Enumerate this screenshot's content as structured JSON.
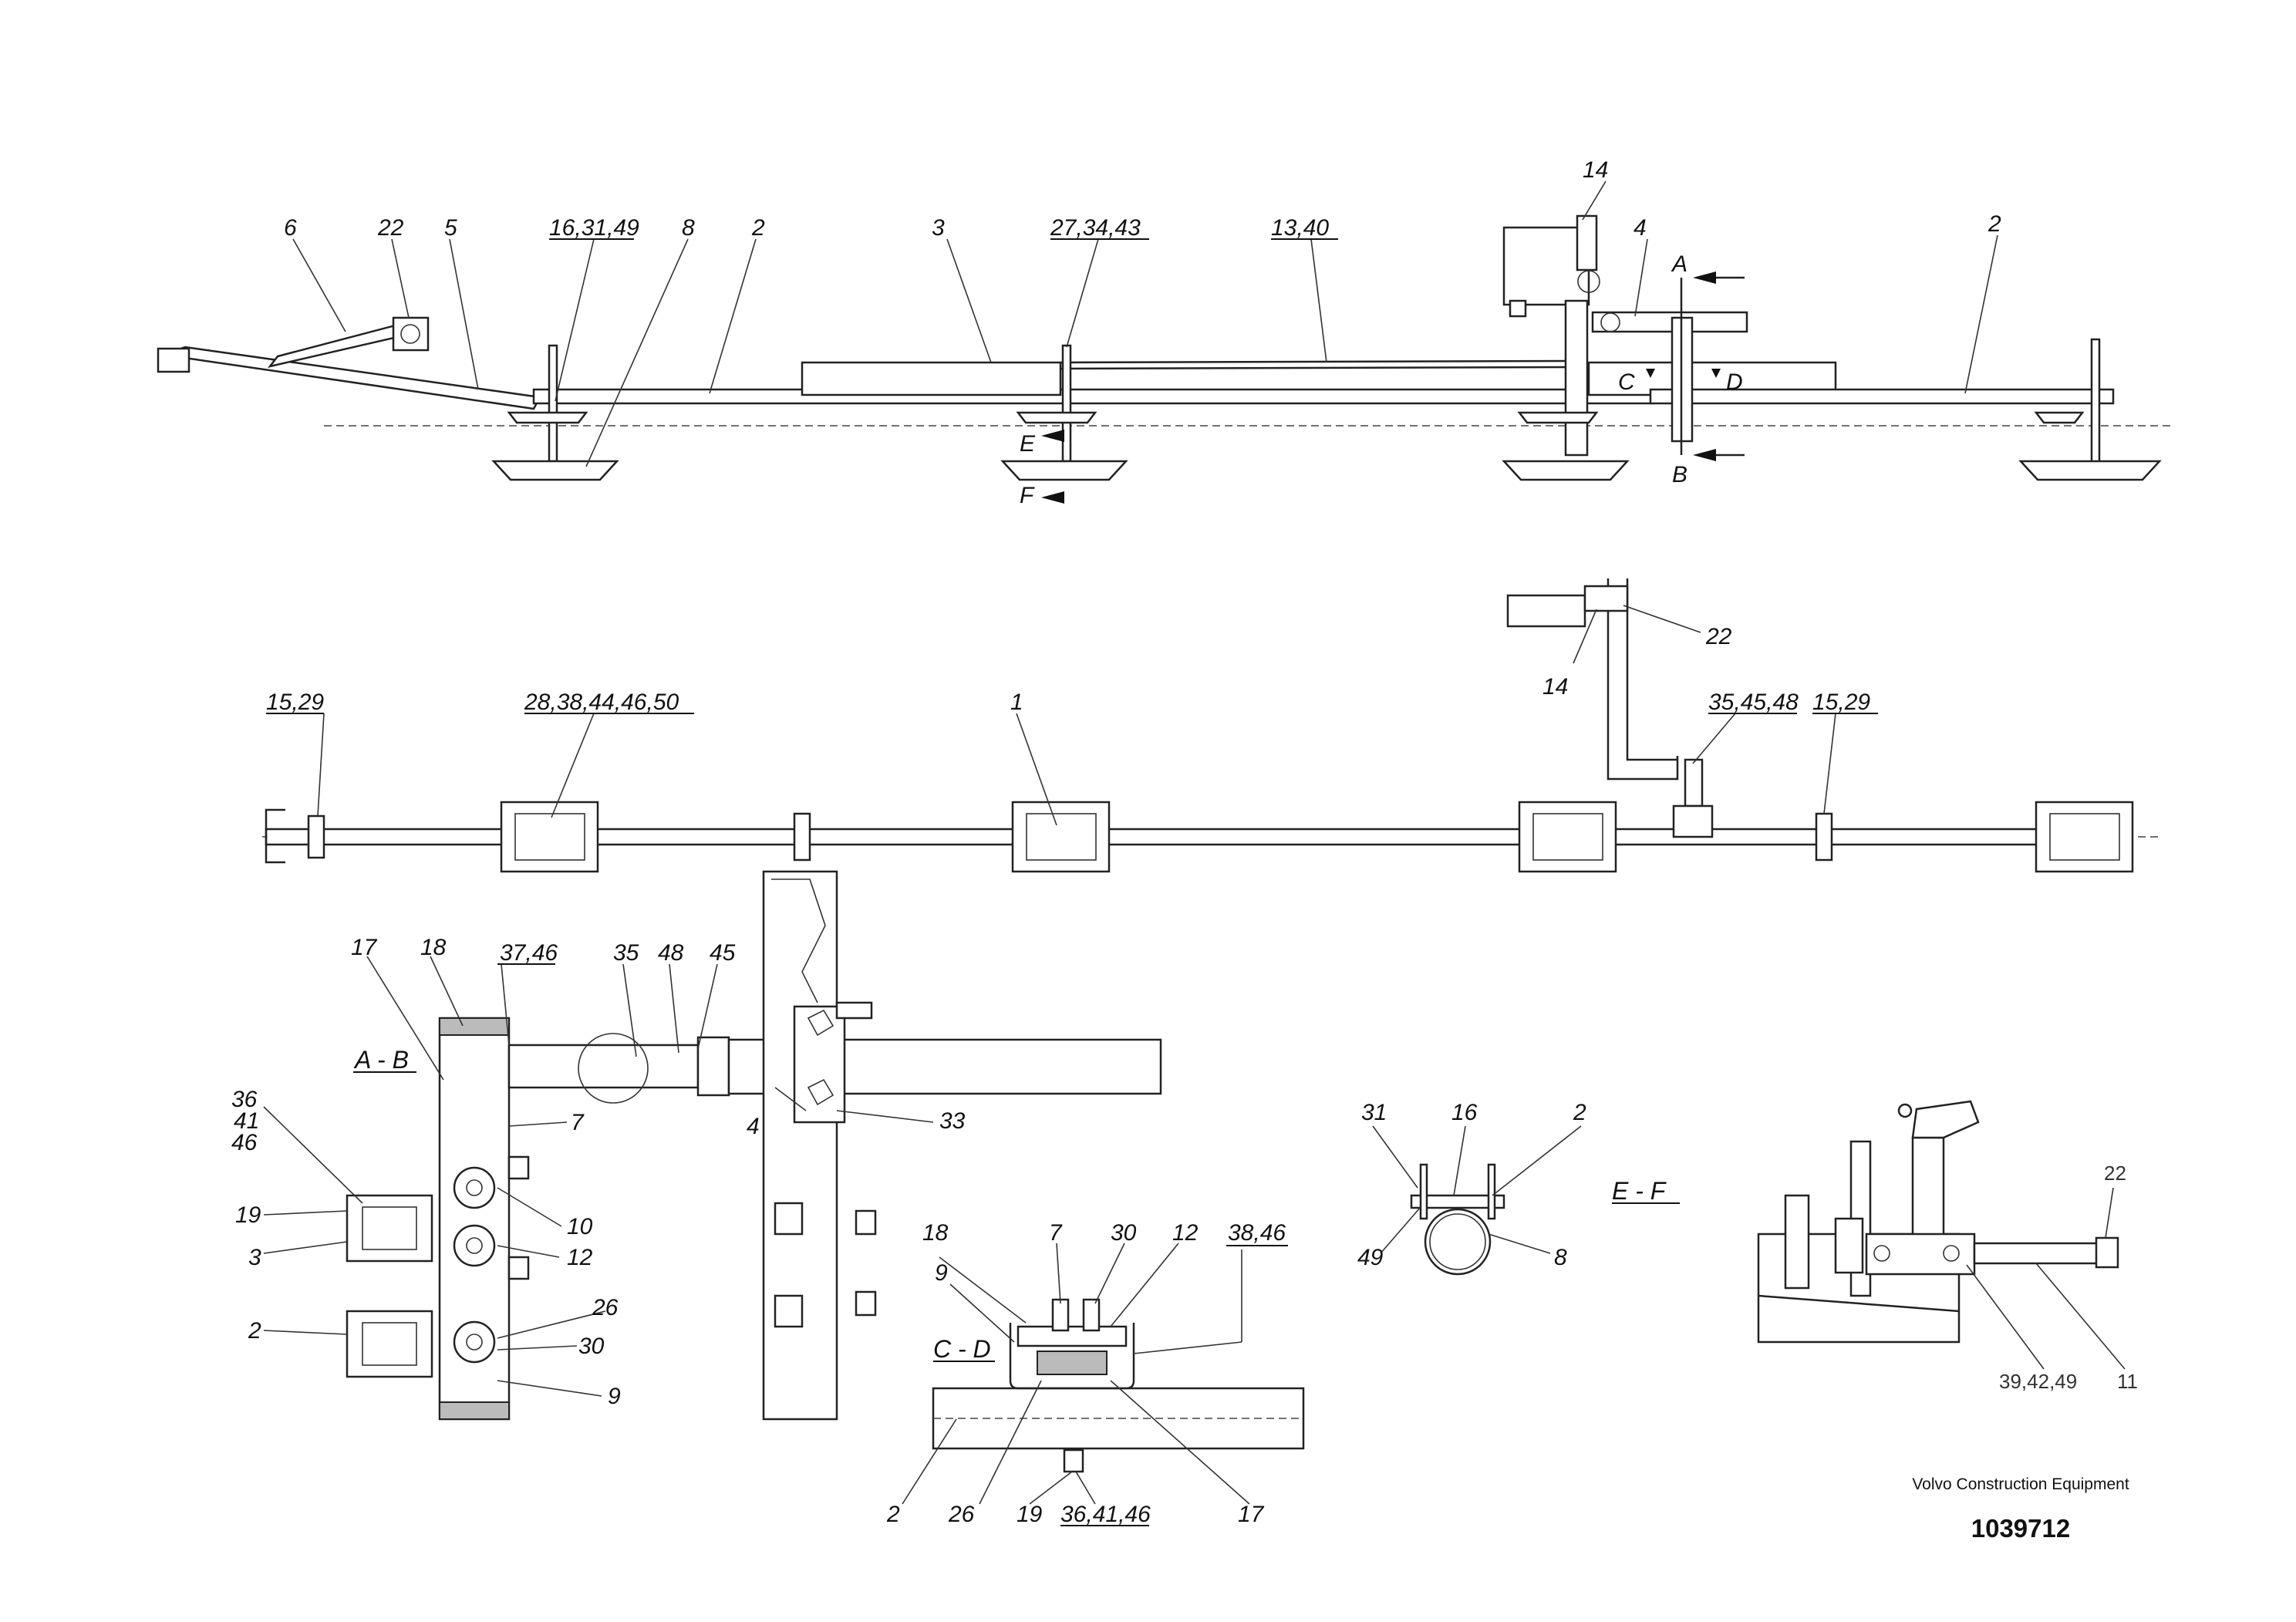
{
  "side_view": {
    "labels": [
      "6",
      "22",
      "5",
      "16,31,49",
      "8",
      "2",
      "3",
      "27,34,43",
      "13,40",
      "14",
      "4",
      "2"
    ],
    "section_marks": [
      "A",
      "B",
      "C",
      "D",
      "E",
      "F"
    ]
  },
  "top_view": {
    "labels": [
      "15,29",
      "28,38,44,46,50",
      "1",
      "22",
      "14",
      "35,45,48",
      "15,29"
    ]
  },
  "section_ab": {
    "title": "A - B",
    "labels": [
      "17",
      "18",
      "37,46",
      "35",
      "48",
      "45",
      "36",
      "41",
      "46",
      "19",
      "3",
      "2",
      "7",
      "4",
      "33",
      "10",
      "12",
      "26",
      "30",
      "9"
    ]
  },
  "section_cd": {
    "title": "C - D",
    "labels": [
      "18",
      "7",
      "30",
      "12",
      "38,46",
      "9",
      "2",
      "26",
      "19",
      "36,41,46",
      "17"
    ]
  },
  "detail_8": {
    "labels": [
      "31",
      "16",
      "2",
      "49",
      "8"
    ]
  },
  "section_ef": {
    "title": "E - F",
    "labels": [
      "22",
      "39,42,49",
      "11"
    ]
  },
  "title_block": {
    "company": "Volvo Construction Equipment",
    "doc_number": "1039712"
  }
}
